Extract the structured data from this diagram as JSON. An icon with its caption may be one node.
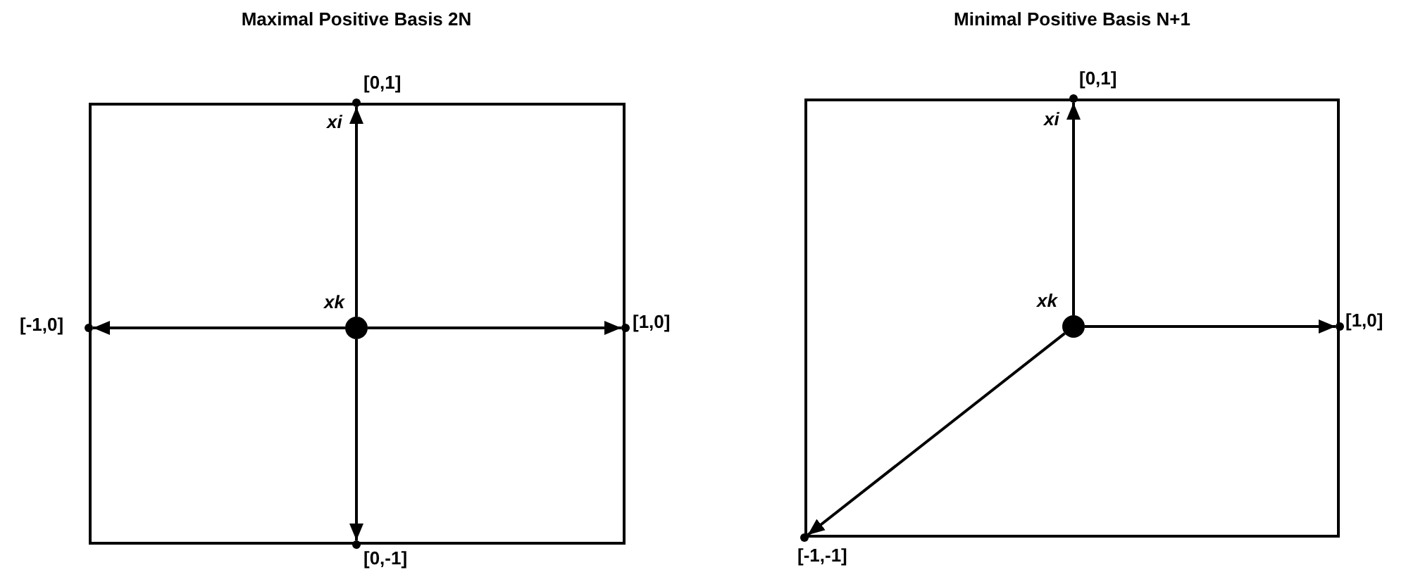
{
  "diagram": {
    "nodes": [
      {
        "text": [],
        "shape": "box"
      },
      {
        "text": [],
        "shape": "circle",
        "beside": [
          "xk"
        ],
        "in": 0
      },
      {
        "text": [],
        "shape": "circle",
        "beside": [
          "[0,1]"
        ]
      },
      {
        "text": [],
        "shape": "circle",
        "beside": [
          "[-1,0]"
        ]
      },
      {
        "text": [],
        "shape": "circle",
        "beside": [
          "[1,0]"
        ]
      },
      {
        "text": [],
        "shape": "circle",
        "beside": [
          "[0,-1]"
        ]
      },
      {
        "text": [],
        "shape": "box"
      },
      {
        "text": [],
        "shape": "circle",
        "beside": [
          "xk"
        ],
        "in": 6
      },
      {
        "text": [],
        "shape": "circle",
        "beside": [
          "[0,1]"
        ]
      },
      {
        "text": [],
        "shape": "circle",
        "beside": [
          "[1,0]"
        ]
      },
      {
        "text": [],
        "shape": "circle",
        "beside": [
          "[-1,-1]"
        ]
      }
    ],
    "edges": [
      {
        "from": 1,
        "to": 2,
        "arrow": "to",
        "label": "xi"
      },
      {
        "from": 1,
        "to": 3,
        "arrow": "to"
      },
      {
        "from": 1,
        "to": 4,
        "arrow": "to"
      },
      {
        "from": 1,
        "to": 5,
        "arrow": "to"
      },
      {
        "from": 7,
        "to": 8,
        "arrow": "to",
        "label": "xi"
      },
      {
        "from": 7,
        "to": 9,
        "arrow": "to"
      },
      {
        "from": 7,
        "to": 10,
        "arrow": "to"
      }
    ],
    "labels": [
      "Maximal Positive Basis 2N",
      "Minimal Positive Basis N+1"
    ]
  }
}
